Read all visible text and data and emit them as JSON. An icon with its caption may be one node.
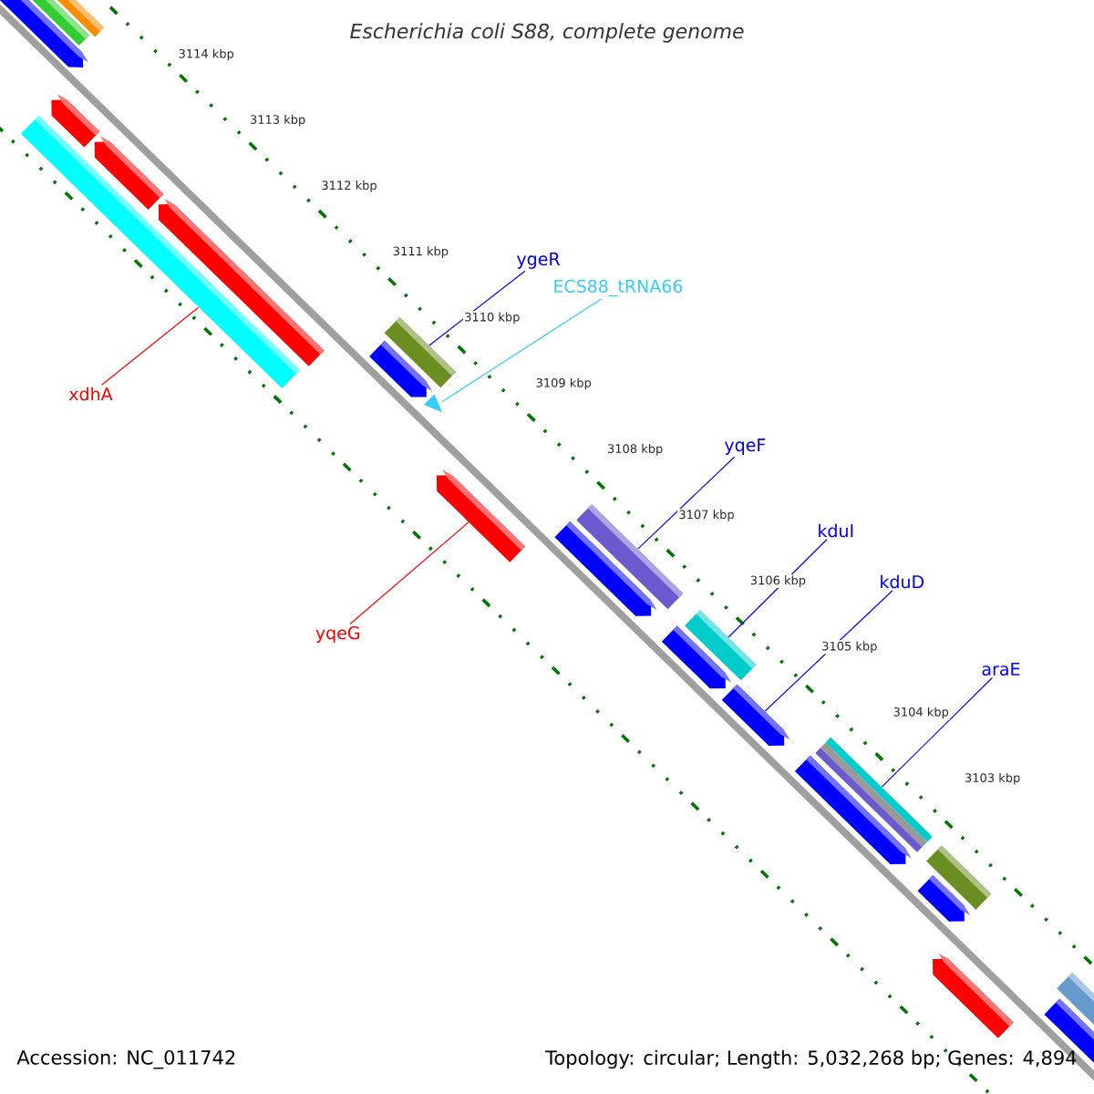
{
  "diagram": {
    "title": "Escherichia coli S88, complete genome",
    "nodes": [
      {
        "text": [
          "ygeR"
        ]
      },
      {
        "text": [],
        "shape": "box"
      },
      {
        "text": [
          "ECS88_tRNA66"
        ]
      },
      {
        "text": [],
        "shape": "triangle"
      },
      {
        "text": [
          "xdhA"
        ]
      },
      {
        "text": [],
        "shape": "box"
      },
      {
        "text": [
          "yqeF"
        ]
      },
      {
        "text": [],
        "shape": "box"
      },
      {
        "text": [
          "kduI"
        ]
      },
      {
        "text": [],
        "shape": "box"
      },
      {
        "text": [
          "kduD"
        ]
      },
      {
        "text": [],
        "shape": "arrow"
      },
      {
        "text": [
          "araE"
        ]
      },
      {
        "text": [],
        "shape": "box"
      },
      {
        "text": [
          "yqeG"
        ]
      },
      {
        "text": [],
        "shape": "arrow"
      },
      {
        "text": [],
        "shape": "arrow"
      },
      {
        "text": [],
        "shape": "box"
      },
      {
        "text": [],
        "shape": "box"
      },
      {
        "text": [],
        "shape": "box"
      },
      {
        "text": [],
        "shape": "arrow"
      },
      {
        "text": [],
        "shape": "arrow"
      },
      {
        "text": [],
        "shape": "arrow"
      },
      {
        "text": [],
        "shape": "arrow"
      },
      {
        "text": [],
        "shape": "arrow"
      },
      {
        "text": [],
        "shape": "arrow"
      },
      {
        "text": [],
        "shape": "arrow"
      },
      {
        "text": [],
        "shape": "arrow"
      },
      {
        "text": [],
        "shape": "arrow"
      },
      {
        "text": [],
        "shape": "box"
      },
      {
        "text": [],
        "shape": "box"
      },
      {
        "text": [],
        "shape": "arrow"
      }
    ],
    "edges": [
      {
        "from": 0,
        "to": 1,
        "arrow": "none"
      },
      {
        "from": 2,
        "to": 3,
        "arrow": "none",
        "color": "#33ccff"
      },
      {
        "from": 4,
        "to": 5,
        "arrow": "none",
        "color": "#ff0000"
      },
      {
        "from": 6,
        "to": 7,
        "arrow": "none"
      },
      {
        "from": 8,
        "to": 9,
        "arrow": "none"
      },
      {
        "from": 10,
        "to": 11,
        "arrow": "none"
      },
      {
        "from": 12,
        "to": 13,
        "arrow": "none"
      },
      {
        "from": 14,
        "to": 15,
        "arrow": "none",
        "color": "#ff0000"
      }
    ],
    "labels": [
      "3114 kbp",
      "3113 kbp",
      "3112 kbp",
      "3111 kbp",
      "3110 kbp",
      "3109 kbp",
      "3108 kbp",
      "3107 kbp",
      "3106 kbp",
      "3105 kbp",
      "3104 kbp",
      "3103 kbp",
      "Accession: NC_011742",
      "Topology: circular; Length: 5,032,268 bp; Genes: 4,894"
    ]
  }
}
